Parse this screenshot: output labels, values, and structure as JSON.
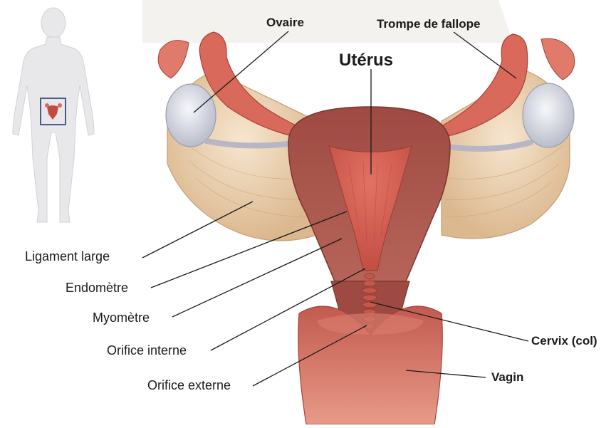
{
  "labels": {
    "title": "Utérus",
    "ovaire": "Ovaire",
    "trompe": "Trompe de fallope",
    "ligament": "Ligament large",
    "endometre": "Endomètre",
    "myometre": "Myomètre",
    "orifice_interne": "Orifice interne",
    "orifice_externe": "Orifice externe",
    "cervix": "Cervix (col)",
    "vagin": "Vagin"
  },
  "colors": {
    "tissue_red": "#d9695a",
    "muscle": "#a85349",
    "ligament": "#ecd1ad",
    "ovary": "#e3e6ee",
    "body_silhouette": "#e8e8ea",
    "highlight_box": "#4a5a8a",
    "leader_line": "#1a1a1a"
  }
}
